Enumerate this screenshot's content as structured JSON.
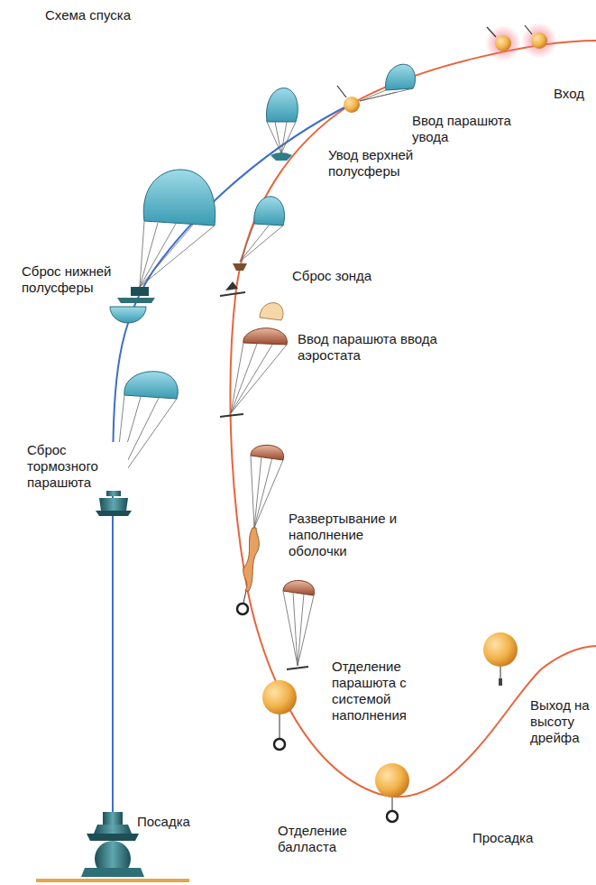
{
  "diagram": {
    "title": "Схема спуска",
    "labels": [
      "Вход",
      "Ввод парашюта увода",
      "Увод верхней полусферы",
      "Сброс зонда",
      "Ввод парашюта ввода аэростата",
      "Развертывание и наполнение оболочки",
      "Отделение парашюта с системой наполнения",
      "Выход на высоту дрейфа",
      "Отделение балласта",
      "Просадка",
      "Сброс нижней полусферы",
      "Сброс тормозного парашюта",
      "Посадка"
    ]
  }
}
